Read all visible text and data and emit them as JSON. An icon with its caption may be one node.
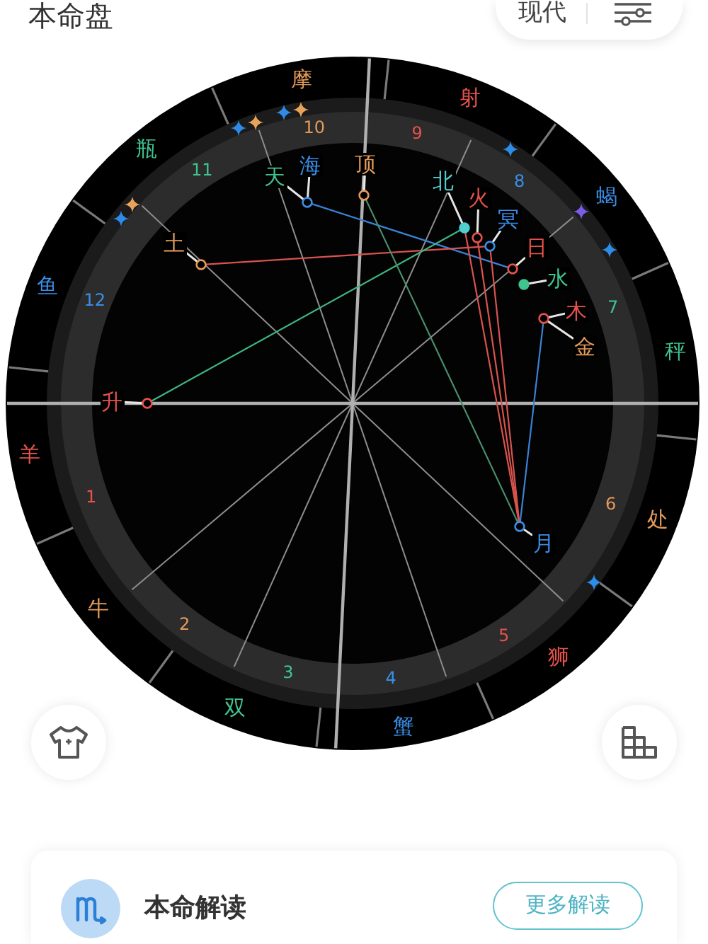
{
  "diagram": {
    "title": "本命盘",
    "nodes": [
      {
        "text": [
          "顶"
        ]
      },
      {
        "text": [],
        "shape": "circle"
      },
      {
        "text": [
          "海"
        ]
      },
      {
        "text": [],
        "shape": "circle"
      },
      {
        "text": [
          "天"
        ]
      },
      {
        "text": [
          "北"
        ]
      },
      {
        "text": [],
        "shape": "circle"
      },
      {
        "text": [
          "火"
        ]
      },
      {
        "text": [],
        "shape": "circle"
      },
      {
        "text": [
          "冥"
        ]
      },
      {
        "text": [],
        "shape": "circle"
      },
      {
        "text": [
          "土"
        ]
      },
      {
        "text": [],
        "shape": "circle"
      },
      {
        "text": [
          "日"
        ]
      },
      {
        "text": [],
        "shape": "circle"
      },
      {
        "text": [
          "水"
        ]
      },
      {
        "text": [],
        "shape": "circle"
      },
      {
        "text": [
          "木"
        ]
      },
      {
        "text": [],
        "shape": "circle"
      },
      {
        "text": [
          "金"
        ]
      },
      {
        "text": [
          "升"
        ]
      },
      {
        "text": [],
        "shape": "circle"
      },
      {
        "text": [
          "月"
        ]
      },
      {
        "text": [],
        "shape": "circle"
      }
    ],
    "edges": [
      {
        "from": 0,
        "to": 1,
        "arrow": "none"
      },
      {
        "from": 2,
        "to": 3,
        "arrow": "none"
      },
      {
        "from": 4,
        "to": 3,
        "arrow": "none"
      },
      {
        "from": 5,
        "to": 6,
        "arrow": "none"
      },
      {
        "from": 7,
        "to": 8,
        "arrow": "none"
      },
      {
        "from": 9,
        "to": 10,
        "arrow": "none"
      },
      {
        "from": 11,
        "to": 12,
        "arrow": "none"
      },
      {
        "from": 13,
        "to": 14,
        "arrow": "none"
      },
      {
        "from": 15,
        "to": 16,
        "arrow": "none"
      },
      {
        "from": 17,
        "to": 18,
        "arrow": "none"
      },
      {
        "from": 19,
        "to": 18,
        "arrow": "none"
      },
      {
        "from": 20,
        "to": 21,
        "arrow": "none"
      },
      {
        "from": 22,
        "to": 23,
        "arrow": "none"
      },
      {
        "from": 3,
        "to": 14,
        "arrow": "none",
        "color": "#3b82d6"
      },
      {
        "from": 12,
        "to": 10,
        "arrow": "none",
        "color": "#d9534f"
      },
      {
        "from": 21,
        "to": 6,
        "arrow": "none",
        "color": "#3fb583"
      },
      {
        "from": 1,
        "to": 23,
        "arrow": "none",
        "color": "#4a8f6c"
      },
      {
        "from": 18,
        "to": 23,
        "arrow": "none",
        "color": "#3b82d6"
      },
      {
        "from": 6,
        "to": 23,
        "arrow": "none",
        "color": "#d9534f"
      },
      {
        "from": 8,
        "to": 23,
        "arrow": "none",
        "color": "#d9534f"
      },
      {
        "from": 10,
        "to": 23,
        "arrow": "none",
        "color": "#d9534f"
      }
    ],
    "labels": [
      "现代",
      "摩",
      "射",
      "10",
      "9",
      "瓶",
      "11",
      "8",
      "蝎",
      "鱼",
      "12",
      "7",
      "秤",
      "羊",
      "1",
      "6",
      "处",
      "牛",
      "2",
      "5",
      "狮",
      "3",
      "4",
      "双",
      "蟹",
      "本命解读",
      "更多解读"
    ]
  }
}
